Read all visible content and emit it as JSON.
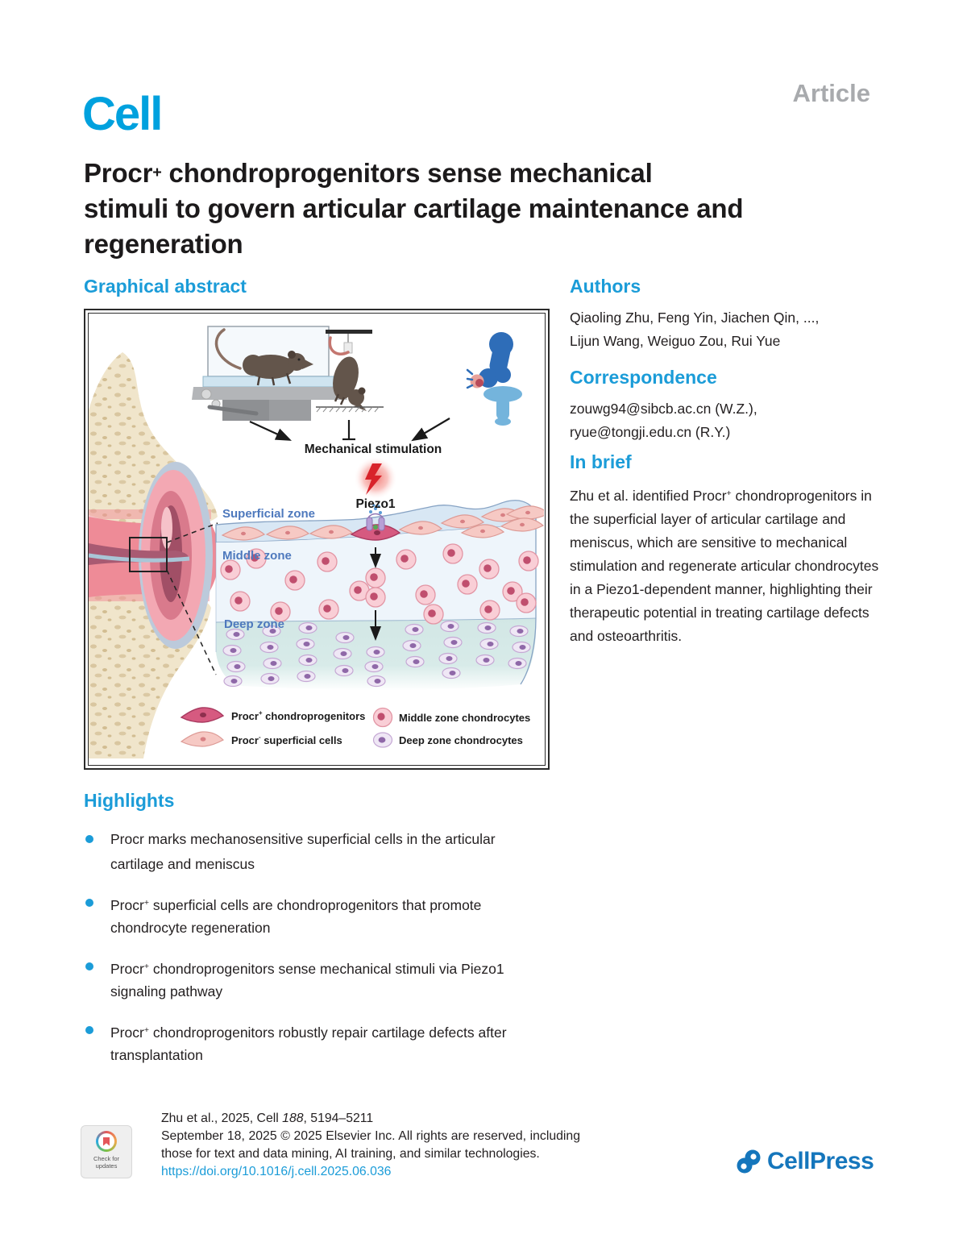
{
  "colors": {
    "accent_blue": "#1B9CD8",
    "cell_logo_blue": "#00A1DE",
    "article_gray": "#A8AAAD",
    "cellpress_blue": "#1576BC",
    "zone_label_blue": "#4E79BD",
    "procr_pos_cell_pink": "#d65a80",
    "superficial_cell_pink": "#f6c9c4",
    "middle_cell_pink": "#f9ced6",
    "deep_cell_lavender": "#efe7f5"
  },
  "header": {
    "journal": "Cell",
    "article_type": "Article"
  },
  "title": {
    "line1_pre": "Procr",
    "line1_sup": "+",
    "line1_post": " chondroprogenitors sense mechanical",
    "line2": "stimuli to govern articular cartilage maintenance and",
    "line3": "regeneration"
  },
  "graphical_abstract": {
    "heading": "Graphical abstract",
    "figure": {
      "mechanical_stimulation_label": "Mechanical stimulation",
      "piezo1_label": "Piezo1",
      "zones": {
        "superficial": "Superficial zone",
        "middle": "Middle zone",
        "deep": "Deep zone"
      },
      "legend": [
        {
          "pre": "Procr",
          "sup": "+",
          "post": " chondroprogenitors"
        },
        {
          "pre": "Procr",
          "sup": "-",
          "post": " superficial cells"
        },
        {
          "label": "Middle zone chondrocytes"
        },
        {
          "label": "Deep zone chondrocytes"
        }
      ]
    }
  },
  "highlights": {
    "heading": "Highlights",
    "items": [
      {
        "pre": "Procr marks mechanosensitive superficial cells in the articular cartilage and meniscus",
        "sup": "",
        "post": ""
      },
      {
        "pre": "Procr",
        "sup": "+",
        "post": " superficial cells are chondroprogenitors that promote chondrocyte regeneration"
      },
      {
        "pre": "Procr",
        "sup": "+",
        "post": " chondroprogenitors sense mechanical stimuli via Piezo1 signaling pathway"
      },
      {
        "pre": "Procr",
        "sup": "+",
        "post": " chondroprogenitors robustly repair cartilage defects after transplantation"
      }
    ]
  },
  "authors": {
    "heading": "Authors",
    "line1": "Qiaoling Zhu, Feng Yin, Jiachen Qin, ...,",
    "line2": "Lijun Wang, Weiguo Zou, Rui Yue"
  },
  "correspondence": {
    "heading": "Correspondence",
    "line1": "zouwg94@sibcb.ac.cn (W.Z.),",
    "line2": "ryue@tongji.edu.cn (R.Y.)"
  },
  "in_brief": {
    "heading": "In brief",
    "pre": "Zhu et al. identified Procr",
    "sup": "+",
    "post": " chondroprogenitors in the superficial layer of articular cartilage and meniscus, which are sensitive to mechanical stimulation and regenerate articular chondrocytes in a Piezo1-dependent manner, highlighting their therapeutic potential in treating cartilage defects and osteoarthritis."
  },
  "footer": {
    "citation": {
      "pre": "Zhu et al., 2025, Cell ",
      "volume_italic": "188",
      "post": ", 5194–5211"
    },
    "copyright": "September 18, 2025 © 2025 Elsevier Inc. All rights are reserved, including those for text and data mining, AI training, and similar technologies.",
    "doi": "https://doi.org/10.1016/j.cell.2025.06.036",
    "badge": {
      "line1": "Check for",
      "line2": "updates"
    },
    "publisher": "CellPress"
  }
}
